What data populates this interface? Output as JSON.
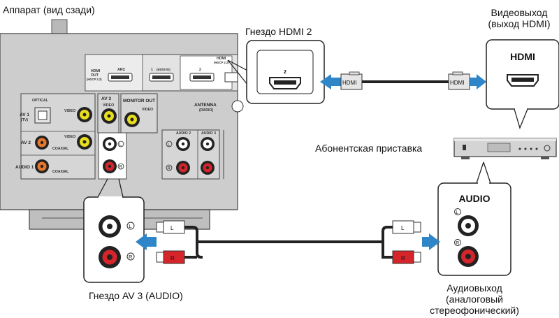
{
  "labels": {
    "unit_rear": "Аппарат (вид сзади)",
    "hdmi2_jack": "Гнездо HDMI 2",
    "video_out_line1": "Видеовыход",
    "video_out_line2": "(выход HDMI)",
    "set_top_box": "Абонентская приставка",
    "av3_audio_jack": "Гнездо AV 3 (AUDIO)",
    "audio_out_line1": "Аудиовыход",
    "audio_out_line2": "(аналоговый",
    "audio_out_line3": "стереофонический)"
  },
  "panel": {
    "hdmi_out": [
      "HDMI",
      "OUT",
      "(HDCP 2.2)"
    ],
    "arc": "ARC",
    "hdmi1": "1",
    "hdmi1_sub": "(BD/DVD)",
    "hdmi2": "2",
    "hdmi_in_title": "HDMI",
    "hdmi_in_sub": "(HDCP 2.2)",
    "optical": "OPTICAL",
    "av1": "AV 1",
    "av1_sub": "(TV)",
    "av2": "AV 2",
    "audio1": "AUDIO 1",
    "video": "VIDEO",
    "coaxial": "COAXIAL",
    "av3": "AV 3",
    "monitor_out": "MONITOR OUT",
    "antenna": "ANTENNA",
    "antenna_sub": "(RADIO)",
    "audio2": "AUDIO 2",
    "audio3": "AUDIO 3",
    "l": "L",
    "r": "R"
  },
  "callouts": {
    "hdmi_port_number": "2",
    "hdmi_device_title": "HDMI",
    "audio_device_title": "AUDIO",
    "l": "L",
    "r": "R"
  },
  "cables": {
    "hdmi_plug": "HDMI",
    "l_plug": "L",
    "r_plug": "R"
  },
  "colors": {
    "arrow": "#2e86c8",
    "red_jack": "#d6242b",
    "yellow_jack": "#e8de1f",
    "orange_jack": "#e8772a",
    "panel": "#c9c9c9"
  }
}
